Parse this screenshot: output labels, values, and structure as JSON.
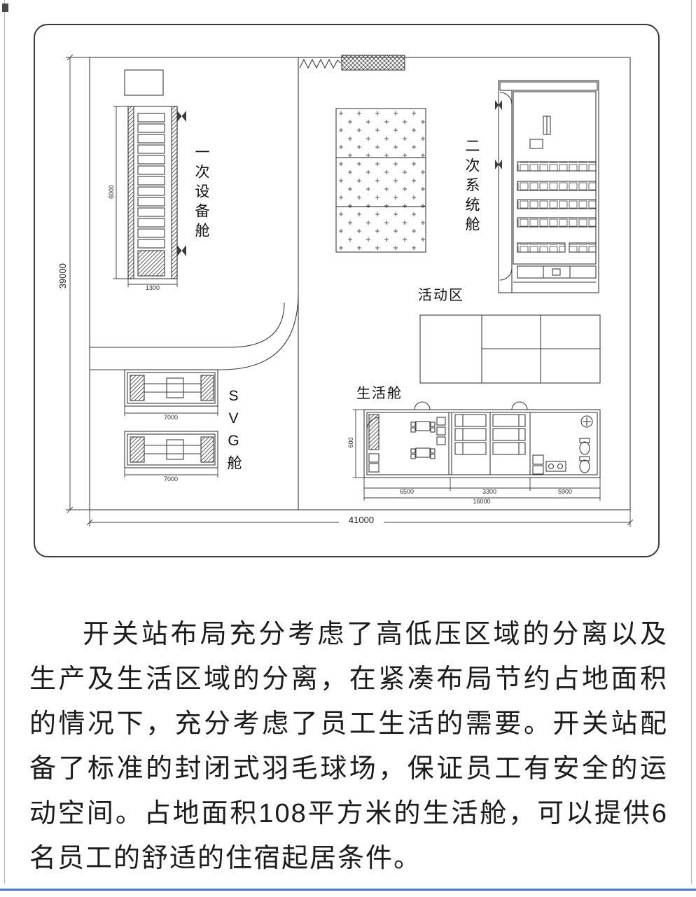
{
  "figure": {
    "labels": {
      "primary_cabin": "一次设备舱",
      "secondary_cabin": "二次系统舱",
      "svg_cabin": "SVG舱",
      "activity_area": "活动区",
      "living_cabin": "生活舱"
    },
    "dimensions": {
      "site_height": "39000",
      "site_width": "41000",
      "primary_cabin_height": "6000",
      "primary_cabin_width": "1300",
      "svg_cabin_1_width": "7000",
      "svg_cabin_2_width": "7000",
      "living_seg_1": "6500",
      "living_seg_2": "3300",
      "living_seg_3": "5900",
      "living_total": "16000",
      "living_height": "600"
    }
  },
  "body": {
    "paragraph": "开关站布局充分考虑了高低压区域的分离以及生产及生活区域的分离，在紧凑布局节约占地面积的情况下，充分考虑了员工生活的需要。开关站配备了标准的封闭式羽毛球场，保证员工有安全的运动空间。占地面积108平方米的生活舱，可以提供6名员工的舒适的住宿起居条件。"
  }
}
